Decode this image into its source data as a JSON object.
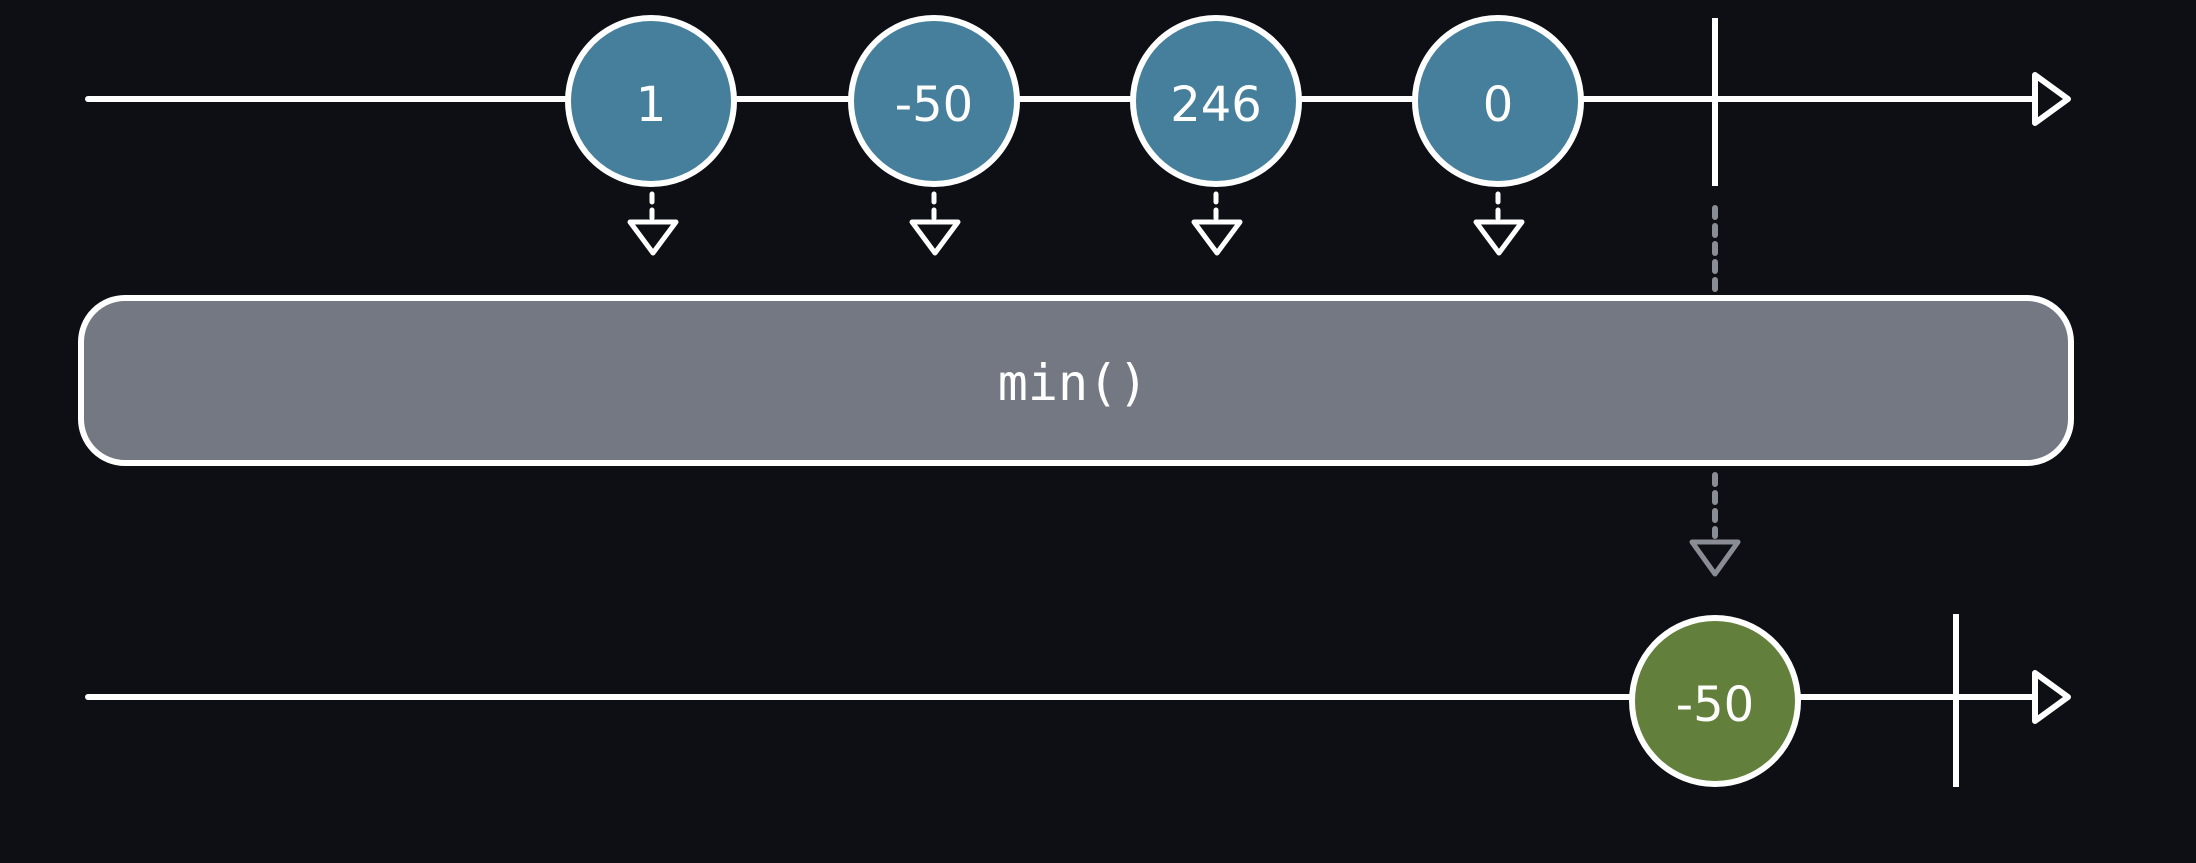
{
  "colors": {
    "background": "#0e0f14",
    "line": "#ffffff",
    "input_marble": "#457f9b",
    "output_marble": "#62803c",
    "operator_box": "#737882",
    "dashed_connector": "#8a8d94"
  },
  "operator": {
    "label": "min()"
  },
  "input_stream": {
    "marbles": [
      {
        "value": "1"
      },
      {
        "value": "-50"
      },
      {
        "value": "246"
      },
      {
        "value": "0"
      }
    ],
    "completes": true
  },
  "output_stream": {
    "marbles": [
      {
        "value": "-50"
      }
    ],
    "completes": true
  }
}
